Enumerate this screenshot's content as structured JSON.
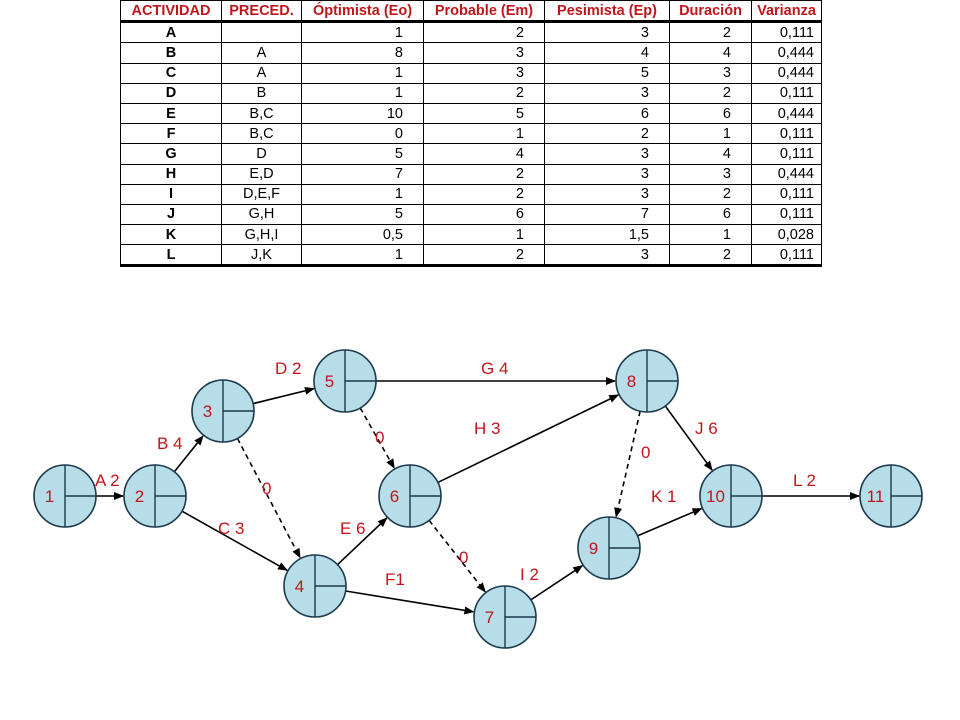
{
  "table": {
    "headers": [
      "ACTIVIDAD",
      "PRECED.",
      "Óptimista (Eo)",
      "Probable (Em)",
      "Pesimista (Ep)",
      "Duración",
      "Varianza"
    ],
    "rows": [
      {
        "actividad": "A",
        "preced": "",
        "eo": "1",
        "em": "2",
        "ep": "3",
        "duracion": "2",
        "varianza": "0,111"
      },
      {
        "actividad": "B",
        "preced": "A",
        "eo": "8",
        "em": "3",
        "ep": "4",
        "duracion": "4",
        "varianza": "0,444"
      },
      {
        "actividad": "C",
        "preced": "A",
        "eo": "1",
        "em": "3",
        "ep": "5",
        "duracion": "3",
        "varianza": "0,444"
      },
      {
        "actividad": "D",
        "preced": "B",
        "eo": "1",
        "em": "2",
        "ep": "3",
        "duracion": "2",
        "varianza": "0,111"
      },
      {
        "actividad": "E",
        "preced": "B,C",
        "eo": "10",
        "em": "5",
        "ep": "6",
        "duracion": "6",
        "varianza": "0,444"
      },
      {
        "actividad": "F",
        "preced": "B,C",
        "eo": "0",
        "em": "1",
        "ep": "2",
        "duracion": "1",
        "varianza": "0,111"
      },
      {
        "actividad": "G",
        "preced": "D",
        "eo": "5",
        "em": "4",
        "ep": "3",
        "duracion": "4",
        "varianza": "0,111"
      },
      {
        "actividad": "H",
        "preced": "E,D",
        "eo": "7",
        "em": "2",
        "ep": "3",
        "duracion": "3",
        "varianza": "0,444"
      },
      {
        "actividad": "I",
        "preced": "D,E,F",
        "eo": "1",
        "em": "2",
        "ep": "3",
        "duracion": "2",
        "varianza": "0,111"
      },
      {
        "actividad": "J",
        "preced": "G,H",
        "eo": "5",
        "em": "6",
        "ep": "7",
        "duracion": "6",
        "varianza": "0,111"
      },
      {
        "actividad": "K",
        "preced": "G,H,I",
        "eo": "0,5",
        "em": "1",
        "ep": "1,5",
        "duracion": "1",
        "varianza": "0,028"
      },
      {
        "actividad": "L",
        "preced": "J,K",
        "eo": "1",
        "em": "2",
        "ep": "3",
        "duracion": "2",
        "varianza": "0,111"
      }
    ]
  },
  "network": {
    "nodes": [
      "1",
      "2",
      "3",
      "4",
      "5",
      "6",
      "7",
      "8",
      "9",
      "10",
      "11"
    ],
    "edges": [
      {
        "from": "1",
        "to": "2",
        "label": "A 2",
        "dummy": false
      },
      {
        "from": "2",
        "to": "3",
        "label": "B 4",
        "dummy": false
      },
      {
        "from": "2",
        "to": "4",
        "label": "C 3",
        "dummy": false
      },
      {
        "from": "3",
        "to": "5",
        "label": "D 2",
        "dummy": false
      },
      {
        "from": "3",
        "to": "4",
        "label": "0",
        "dummy": true
      },
      {
        "from": "5",
        "to": "8",
        "label": "G 4",
        "dummy": false
      },
      {
        "from": "5",
        "to": "6",
        "label": "0",
        "dummy": true
      },
      {
        "from": "4",
        "to": "6",
        "label": "E 6",
        "dummy": false
      },
      {
        "from": "4",
        "to": "7",
        "label": "F1",
        "dummy": false
      },
      {
        "from": "6",
        "to": "8",
        "label": "H 3",
        "dummy": false
      },
      {
        "from": "6",
        "to": "7",
        "label": "0",
        "dummy": true
      },
      {
        "from": "7",
        "to": "9",
        "label": "I 2",
        "dummy": false
      },
      {
        "from": "8",
        "to": "10",
        "label": "J 6",
        "dummy": false
      },
      {
        "from": "8",
        "to": "9",
        "label": "0",
        "dummy": true
      },
      {
        "from": "9",
        "to": "10",
        "label": "K 1",
        "dummy": false
      },
      {
        "from": "10",
        "to": "11",
        "label": "L 2",
        "dummy": false
      }
    ]
  },
  "colors": {
    "header_text": "#c0161b",
    "node_fill": "#b7dde8",
    "node_stroke": "#1c3a4d",
    "label_text": "#c0161b",
    "arrow": "#000000"
  }
}
